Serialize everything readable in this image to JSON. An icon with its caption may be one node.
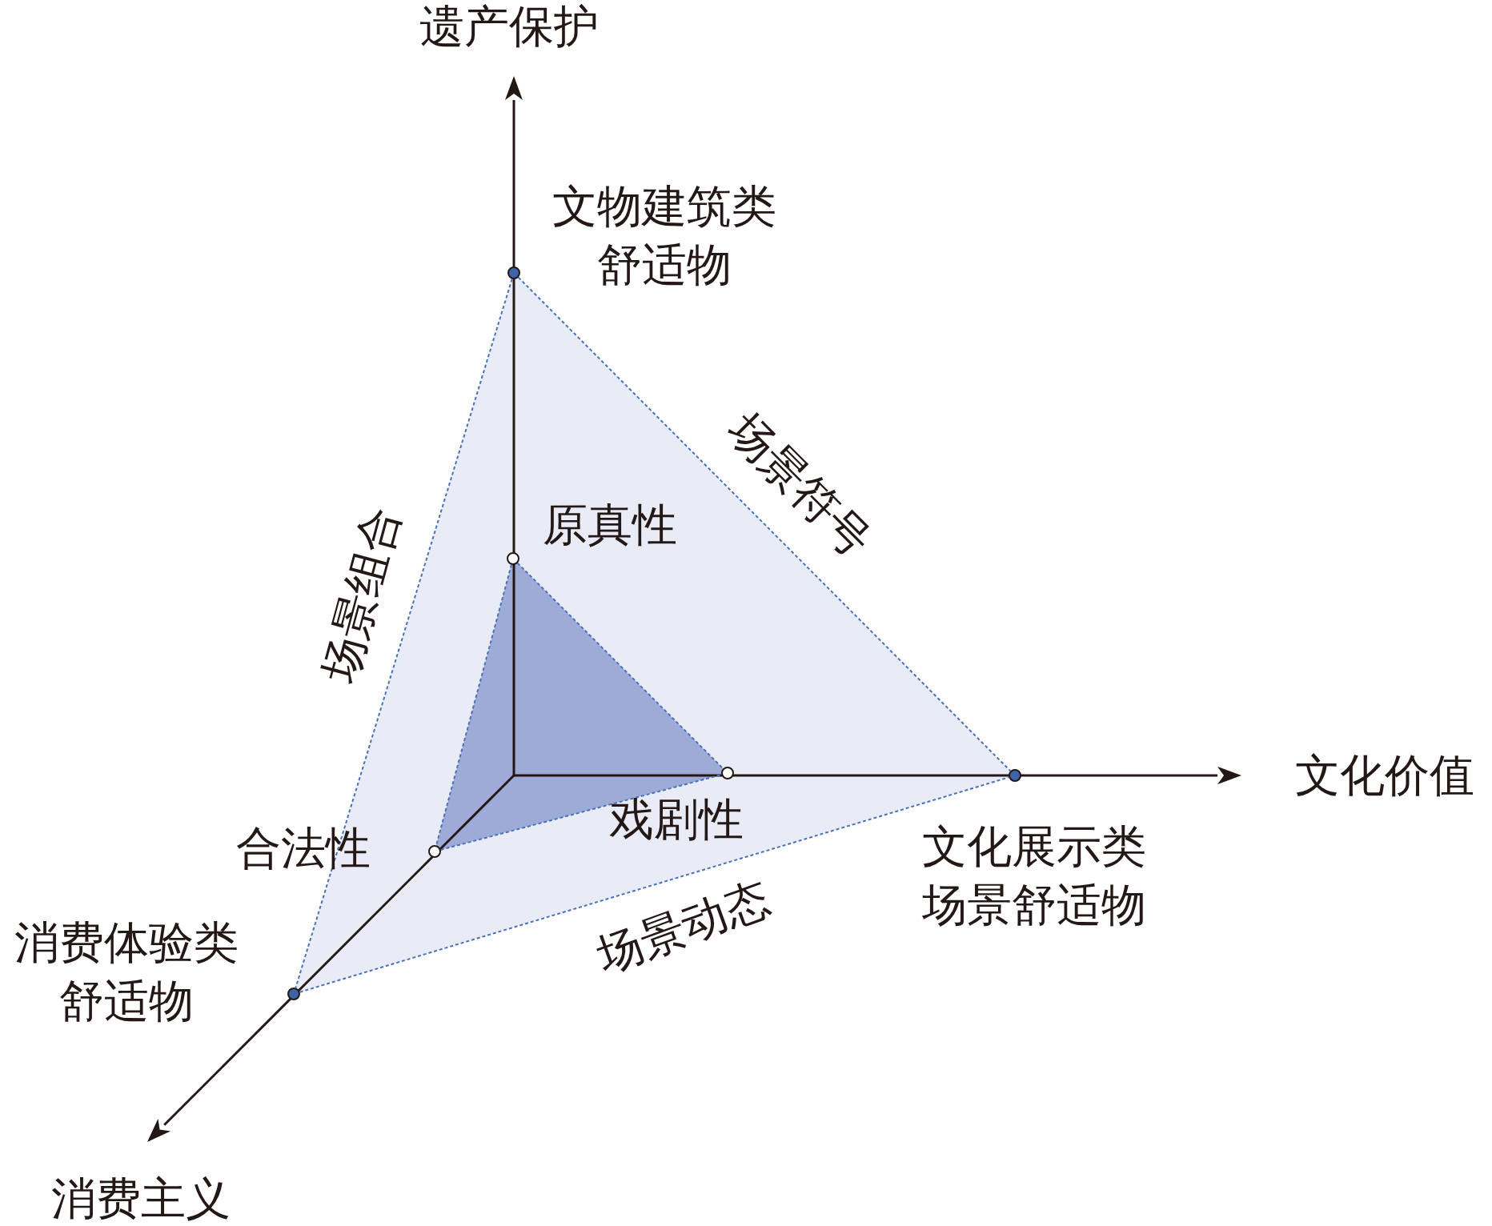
{
  "diagram": {
    "nodes": [
      {
        "text": [],
        "shape": "circle",
        "beside": [
          "文物建筑类舒适物"
        ]
      },
      {
        "text": [],
        "shape": "circle",
        "beside": [
          "文化展示类场景舒适物"
        ]
      },
      {
        "text": [],
        "shape": "circle",
        "beside": [
          "消费体验类舒适物"
        ]
      },
      {
        "text": [],
        "shape": "circle",
        "beside": [
          "原真性"
        ]
      },
      {
        "text": [],
        "shape": "circle",
        "beside": [
          "戏剧性"
        ]
      },
      {
        "text": [],
        "shape": "circle",
        "beside": [
          "合法性"
        ]
      }
    ],
    "edges": [
      {
        "from": 0,
        "to": 1,
        "arrow": "none",
        "style": "dashed",
        "label": "场景符号"
      },
      {
        "from": 0,
        "to": 2,
        "arrow": "none",
        "style": "dashed",
        "label": "场景组合"
      },
      {
        "from": 2,
        "to": 1,
        "arrow": "none",
        "style": "dashed",
        "label": "场景动态"
      },
      {
        "from": 3,
        "to": 4,
        "arrow": "none",
        "style": "dashed"
      },
      {
        "from": 3,
        "to": 5,
        "arrow": "none",
        "style": "dashed"
      },
      {
        "from": 5,
        "to": 4,
        "arrow": "none",
        "style": "dashed"
      }
    ],
    "labels": [
      "遗产保护",
      "文化价值",
      "消费主义"
    ]
  }
}
